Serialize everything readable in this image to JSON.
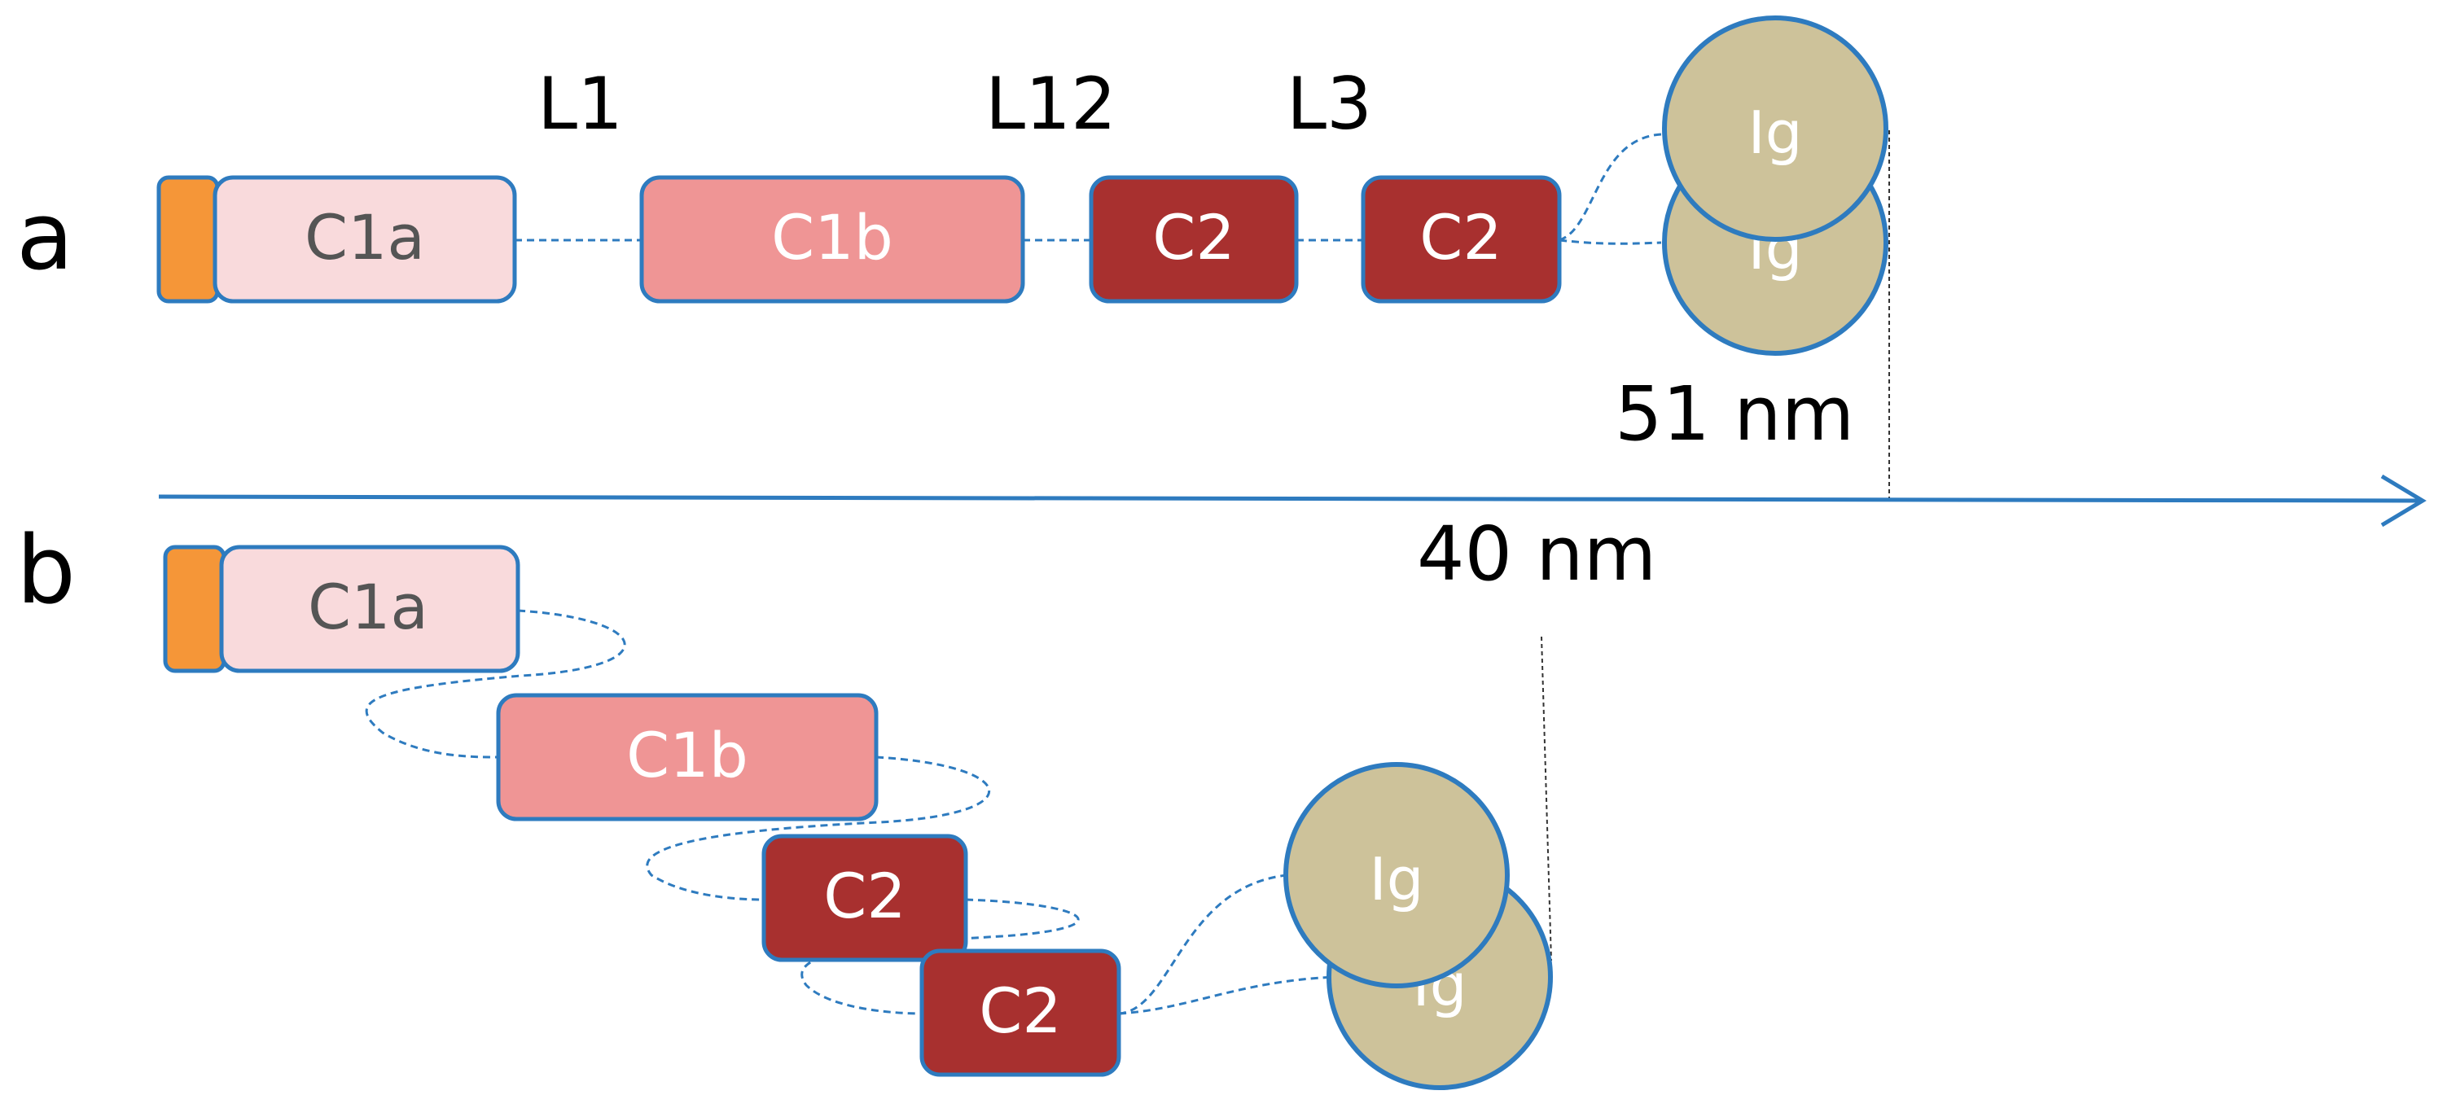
{
  "panels": {
    "a": {
      "label": "a",
      "linker_labels": [
        "L1",
        "L12",
        "L3"
      ],
      "domains": {
        "c1a": "C1a",
        "c1b": "C1b",
        "c2_first": "C2",
        "c2_second": "C2",
        "ig_front": "Ig",
        "ig_back": "Ig"
      },
      "length_label": "51 nm"
    },
    "b": {
      "label": "b",
      "domains": {
        "c1a": "C1a",
        "c1b": "C1b",
        "c2_first": "C2",
        "c2_second": "C2",
        "ig_front": "Ig",
        "ig_back": "Ig"
      },
      "length_label": "40 nm"
    }
  },
  "colors": {
    "tag": "#f59638",
    "c1a_fill": "#f9dadc",
    "c1b_fill": "#ef9595",
    "c2_fill": "#a8302f",
    "ig_fill": "#cdc29a",
    "outline": "#2e7bbf",
    "axis": "#2e7bbf",
    "dark_text": "#555555",
    "light_text": "#ffffff"
  }
}
